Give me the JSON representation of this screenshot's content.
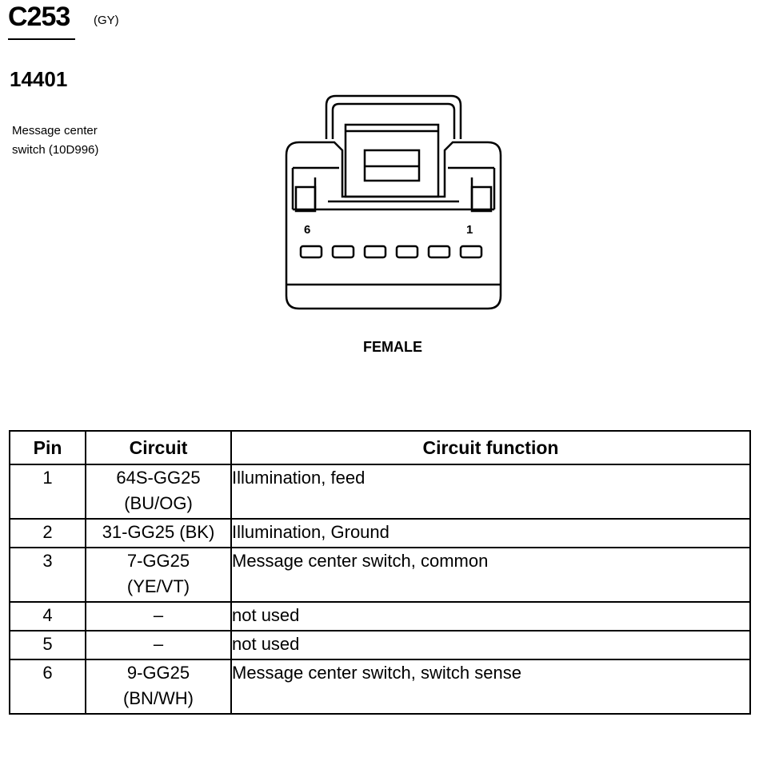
{
  "header": {
    "connector_id": "C253",
    "connector_color": "(GY)",
    "part_number": "14401",
    "description_line1": "Message center",
    "description_line2": "switch (10D996)"
  },
  "diagram": {
    "pin_left_label": "6",
    "pin_right_label": "1",
    "gender_label": "FEMALE",
    "cavity_count": 6
  },
  "table": {
    "headers": {
      "pin": "Pin",
      "circuit": "Circuit",
      "function": "Circuit function"
    },
    "rows": [
      {
        "pin": "1",
        "circuit_line1": "64S-GG25",
        "circuit_line2": "(BU/OG)",
        "function": "Illumination, feed"
      },
      {
        "pin": "2",
        "circuit_line1": "31-GG25 (BK)",
        "circuit_line2": "",
        "function": "Illumination, Ground"
      },
      {
        "pin": "3",
        "circuit_line1": "7-GG25",
        "circuit_line2": "(YE/VT)",
        "function": "Message center switch, common"
      },
      {
        "pin": "4",
        "circuit_line1": "–",
        "circuit_line2": "",
        "function": "not used"
      },
      {
        "pin": "5",
        "circuit_line1": "–",
        "circuit_line2": "",
        "function": "not used"
      },
      {
        "pin": "6",
        "circuit_line1": "9-GG25",
        "circuit_line2": "(BN/WH)",
        "function": "Message center switch, switch sense"
      }
    ]
  }
}
